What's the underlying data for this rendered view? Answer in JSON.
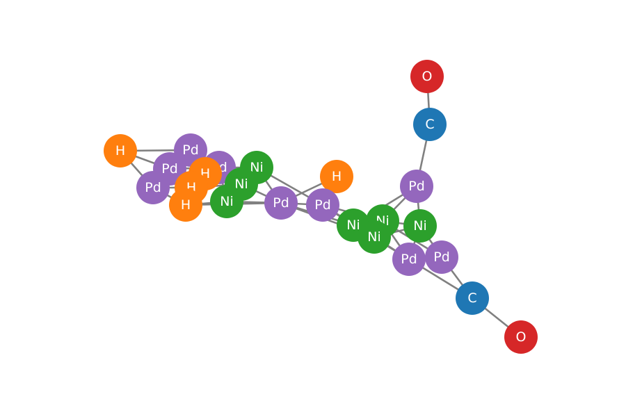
{
  "element_colors": {
    "Pd": "#9467bd",
    "Ni": "#2ca02c",
    "H": "#ff7f0e",
    "C": "#1f77b4",
    "O": "#d62728"
  },
  "edge_color": "#808080",
  "atoms": [
    {
      "id": "h1",
      "element": "H",
      "label": "H"
    },
    {
      "id": "pd1",
      "element": "Pd",
      "label": "Pd"
    },
    {
      "id": "pd2",
      "element": "Pd",
      "label": "Pd"
    },
    {
      "id": "pd3",
      "element": "Pd",
      "label": "Pd"
    },
    {
      "id": "pd4",
      "element": "Pd",
      "label": "Pd"
    },
    {
      "id": "h2",
      "element": "H",
      "label": "H"
    },
    {
      "id": "h3",
      "element": "H",
      "label": "H"
    },
    {
      "id": "h4",
      "element": "H",
      "label": "H"
    },
    {
      "id": "ni1",
      "element": "Ni",
      "label": "Ni"
    },
    {
      "id": "ni2",
      "element": "Ni",
      "label": "Ni"
    },
    {
      "id": "ni3",
      "element": "Ni",
      "label": "Ni"
    },
    {
      "id": "pd5",
      "element": "Pd",
      "label": "Pd"
    },
    {
      "id": "h5",
      "element": "H",
      "label": "H"
    },
    {
      "id": "pd6",
      "element": "Pd",
      "label": "Pd"
    },
    {
      "id": "ni4",
      "element": "Ni",
      "label": "Ni"
    },
    {
      "id": "ni5",
      "element": "Ni",
      "label": "Ni"
    },
    {
      "id": "ni6",
      "element": "Ni",
      "label": "Ni"
    },
    {
      "id": "ni7",
      "element": "Ni",
      "label": "Ni"
    },
    {
      "id": "pd7",
      "element": "Pd",
      "label": "Pd"
    },
    {
      "id": "pd8",
      "element": "Pd",
      "label": "Pd"
    },
    {
      "id": "pd9",
      "element": "Pd",
      "label": "Pd"
    },
    {
      "id": "c1",
      "element": "C",
      "label": "C"
    },
    {
      "id": "o1",
      "element": "O",
      "label": "O"
    },
    {
      "id": "c2",
      "element": "C",
      "label": "C"
    },
    {
      "id": "o2",
      "element": "O",
      "label": "O"
    }
  ],
  "bonds": [
    [
      "h1",
      "pd1"
    ],
    [
      "h1",
      "pd2"
    ],
    [
      "h1",
      "pd3"
    ],
    [
      "pd1",
      "pd2"
    ],
    [
      "pd1",
      "pd4"
    ],
    [
      "pd2",
      "pd3"
    ],
    [
      "pd2",
      "pd4"
    ],
    [
      "pd3",
      "pd4"
    ],
    [
      "pd3",
      "h3"
    ],
    [
      "pd3",
      "h4"
    ],
    [
      "pd2",
      "h3"
    ],
    [
      "h2",
      "pd4"
    ],
    [
      "h3",
      "pd4"
    ],
    [
      "pd4",
      "ni1"
    ],
    [
      "pd4",
      "ni2"
    ],
    [
      "pd4",
      "ni3"
    ],
    [
      "ni1",
      "ni2"
    ],
    [
      "ni2",
      "ni3"
    ],
    [
      "ni1",
      "ni3"
    ],
    [
      "h4",
      "ni3"
    ],
    [
      "h4",
      "pd5"
    ],
    [
      "h3",
      "ni2"
    ],
    [
      "ni1",
      "pd5"
    ],
    [
      "ni2",
      "pd5"
    ],
    [
      "ni3",
      "pd5"
    ],
    [
      "ni1",
      "pd6"
    ],
    [
      "pd5",
      "pd6"
    ],
    [
      "pd5",
      "h5"
    ],
    [
      "pd6",
      "h5"
    ],
    [
      "pd5",
      "ni4"
    ],
    [
      "pd5",
      "ni6"
    ],
    [
      "pd6",
      "ni4"
    ],
    [
      "pd6",
      "ni5"
    ],
    [
      "pd6",
      "ni6"
    ],
    [
      "ni4",
      "ni5"
    ],
    [
      "ni4",
      "ni6"
    ],
    [
      "ni5",
      "ni6"
    ],
    [
      "ni5",
      "ni7"
    ],
    [
      "ni6",
      "ni7"
    ],
    [
      "ni4",
      "pd7"
    ],
    [
      "ni5",
      "pd7"
    ],
    [
      "ni7",
      "pd7"
    ],
    [
      "ni4",
      "pd8"
    ],
    [
      "ni6",
      "pd8"
    ],
    [
      "ni5",
      "pd8"
    ],
    [
      "ni5",
      "pd9"
    ],
    [
      "ni7",
      "pd9"
    ],
    [
      "ni7",
      "pd8"
    ],
    [
      "pd8",
      "pd9"
    ],
    [
      "pd8",
      "c2"
    ],
    [
      "pd9",
      "c2"
    ],
    [
      "pd7",
      "c1"
    ],
    [
      "c1",
      "o1"
    ],
    [
      "c2",
      "o2"
    ]
  ]
}
